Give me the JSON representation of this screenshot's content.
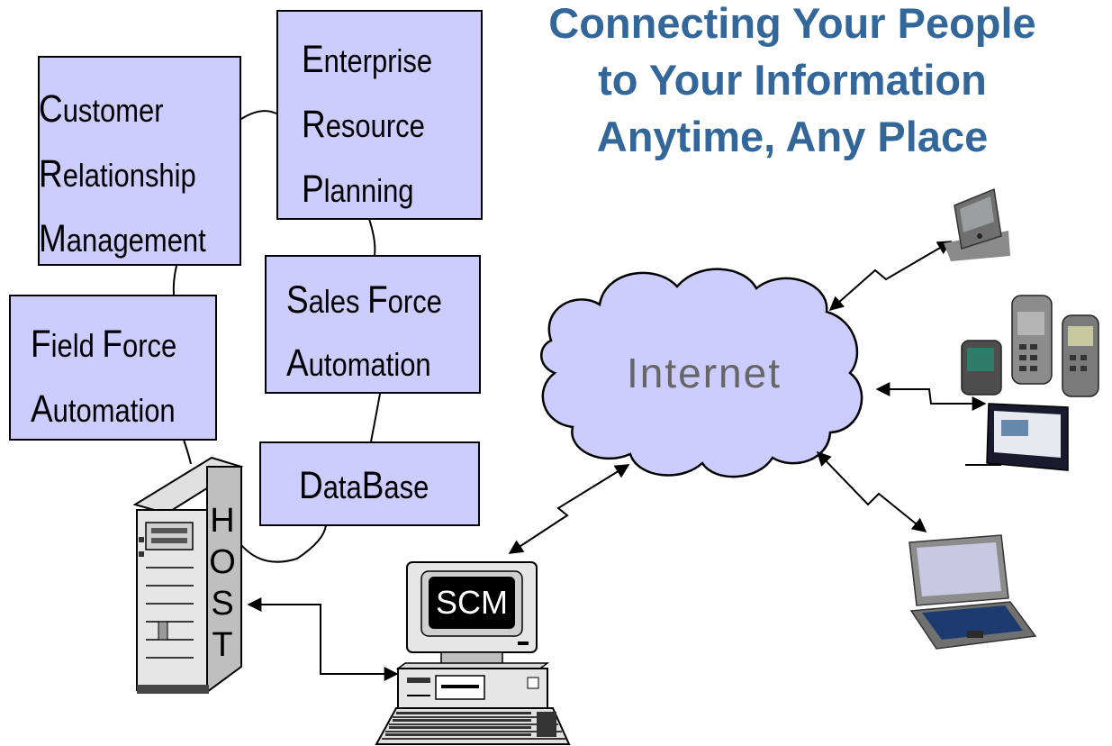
{
  "headline": {
    "line1": "Connecting Your People",
    "line2": "to Your Information",
    "line3": "Anytime, Any Place"
  },
  "modules": {
    "crm": {
      "lines": [
        {
          "cap": "C",
          "rest": "ustomer"
        },
        {
          "cap": "R",
          "rest": "elationship"
        },
        {
          "cap": "M",
          "rest": "anagement"
        }
      ]
    },
    "erp": {
      "lines": [
        {
          "cap": "E",
          "rest": "nterprise"
        },
        {
          "cap": "R",
          "rest": "esource"
        },
        {
          "cap": "P",
          "rest": "lanning"
        }
      ]
    },
    "sfa": {
      "lines": [
        {
          "cap": "S",
          "rest": "ales ",
          "cap2": "F",
          "rest2": "orce"
        },
        {
          "cap": "A",
          "rest": "utomation"
        }
      ]
    },
    "ffa": {
      "lines": [
        {
          "cap": "F",
          "rest": "ield ",
          "cap2": "F",
          "rest2": "orce"
        },
        {
          "cap": "A",
          "rest": "utomation"
        }
      ]
    },
    "db": {
      "lines": [
        {
          "cap": "D",
          "rest": "ata",
          "cap2": "B",
          "rest2": "ase"
        }
      ]
    }
  },
  "host_label": "HOST",
  "host_letters": [
    "H",
    "O",
    "S",
    "T"
  ],
  "scm_label": "SCM",
  "internet_label": "Internet",
  "colors": {
    "headline": "#336699",
    "module_fill": "#ccccff",
    "cloud_fill": "#ccccff",
    "internet_text": "#666666",
    "scm_screen": "#000000"
  },
  "icons": [
    "server-icon",
    "desktop-computer-icon",
    "keyboard-icon",
    "cloud-icon",
    "pda-icon",
    "handheld-scanner-icon",
    "tablet-icon",
    "laptop-icon",
    "lightning-link-icon"
  ]
}
